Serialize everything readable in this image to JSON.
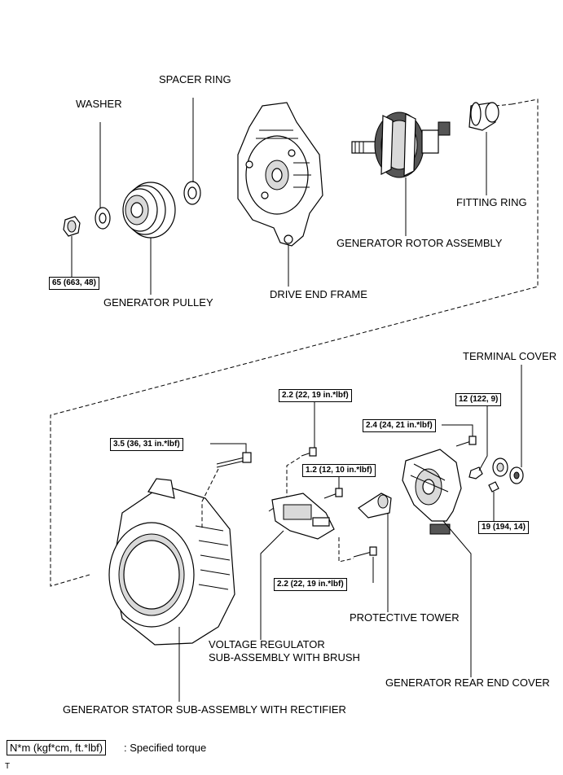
{
  "labels": {
    "spacer_ring": "SPACER RING",
    "washer": "WASHER",
    "fitting_ring": "FITTING RING",
    "generator_rotor_assembly": "GENERATOR ROTOR ASSEMBLY",
    "generator_pulley": "GENERATOR PULLEY",
    "drive_end_frame": "DRIVE END FRAME",
    "terminal_cover": "TERMINAL COVER",
    "protective_tower": "PROTECTIVE TOWER",
    "voltage_regulator_line1": "VOLTAGE REGULATOR",
    "voltage_regulator_line2": "SUB-ASSEMBLY WITH BRUSH",
    "generator_rear_end_cover": "GENERATOR REAR END COVER",
    "generator_stator": "GENERATOR STATOR SUB-ASSEMBLY WITH RECTIFIER"
  },
  "torques": {
    "nut_pulley": "65 (663, 48)",
    "regulator_top": "2.2 (22, 19 in.*lbf)",
    "rear_cover_nut": "12 (122, 9)",
    "rear_cover_bolt": "2.4 (24, 21 in.*lbf)",
    "stator_bolt": "3.5 (36, 31 in.*lbf)",
    "regulator_mid": "1.2 (12, 10 in.*lbf)",
    "terminal_nut": "19 (194, 14)",
    "regulator_bottom": "2.2 (22, 19 in.*lbf)"
  },
  "legend": {
    "box": "N*m (kgf*cm, ft.*lbf)",
    "text": ": Specified torque"
  },
  "corner_mark": "T"
}
